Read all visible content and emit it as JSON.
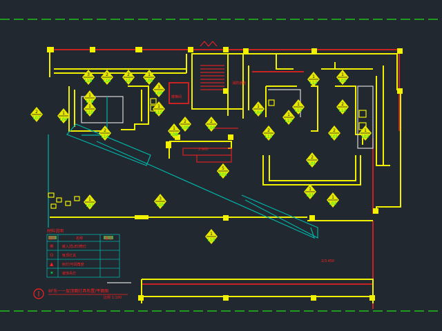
{
  "colors": {
    "background": "#212830",
    "grid_dash": "#1f9d1f",
    "wall": "#f2f200",
    "column": "#f2f200",
    "red": "#ff2020",
    "cyan": "#00b4a8",
    "marker_fill": "#e8e800",
    "marker_text": "#ffffff",
    "tag_text": "#00e640",
    "white_wall": "#d9d9d9"
  },
  "markers": [
    {
      "num": "3",
      "code": "L18"
    },
    {
      "num": "2",
      "code": "L16"
    },
    {
      "num": "2",
      "code": "L5"
    },
    {
      "num": "1",
      "code": "L06"
    },
    {
      "num": "3",
      "code": "L09"
    },
    {
      "num": "1",
      "code": "L18"
    },
    {
      "num": "1",
      "code": "L15"
    },
    {
      "num": "1",
      "code": "L15"
    },
    {
      "num": "2",
      "code": "L07"
    },
    {
      "num": "1",
      "code": "L04"
    },
    {
      "num": "2",
      "code": "L14"
    },
    {
      "num": "2",
      "code": "L09"
    },
    {
      "num": "2",
      "code": "L04"
    },
    {
      "num": "1",
      "code": "L08"
    },
    {
      "num": "1",
      "code": "L12"
    },
    {
      "num": "1",
      "code": "L03"
    },
    {
      "num": "1",
      "code": "L04"
    },
    {
      "num": "1",
      "code": "L13"
    },
    {
      "num": "1",
      "code": "L13"
    },
    {
      "num": "2",
      "code": "L13"
    },
    {
      "num": "1",
      "code": "L02"
    },
    {
      "num": "2",
      "code": "L12"
    },
    {
      "num": "2",
      "code": "L01"
    },
    {
      "num": "2",
      "code": "L01"
    },
    {
      "num": "1",
      "code": "L01"
    },
    {
      "num": "1",
      "code": "L02"
    },
    {
      "num": "3",
      "code": "L05"
    },
    {
      "num": "1",
      "code": "L07"
    },
    {
      "num": "1",
      "code": "L10"
    },
    {
      "num": "1",
      "code": "L08"
    },
    {
      "num": "5",
      "code": "E01"
    }
  ],
  "annotations": {
    "stair_label": "楼梯间",
    "stair_side_label": "消防通道",
    "dimension": "2.900",
    "area_note": "2/3.450",
    "bottom_title": "8F东一一层顶面灯具布置/平面图",
    "bottom_subtitle": "比例 1:100"
  },
  "legend": {
    "title": "材料说明",
    "header": [
      "图例",
      "名称",
      "备注"
    ],
    "rows": [
      {
        "symbol": "⊕",
        "name": "嵌入式LED筒灯"
      },
      {
        "symbol": "⊙",
        "name": "吸顶灯具"
      },
      {
        "symbol": "▲",
        "name": "射灯/可调角度"
      },
      {
        "symbol": "✶",
        "name": "装饰吊灯"
      }
    ]
  }
}
